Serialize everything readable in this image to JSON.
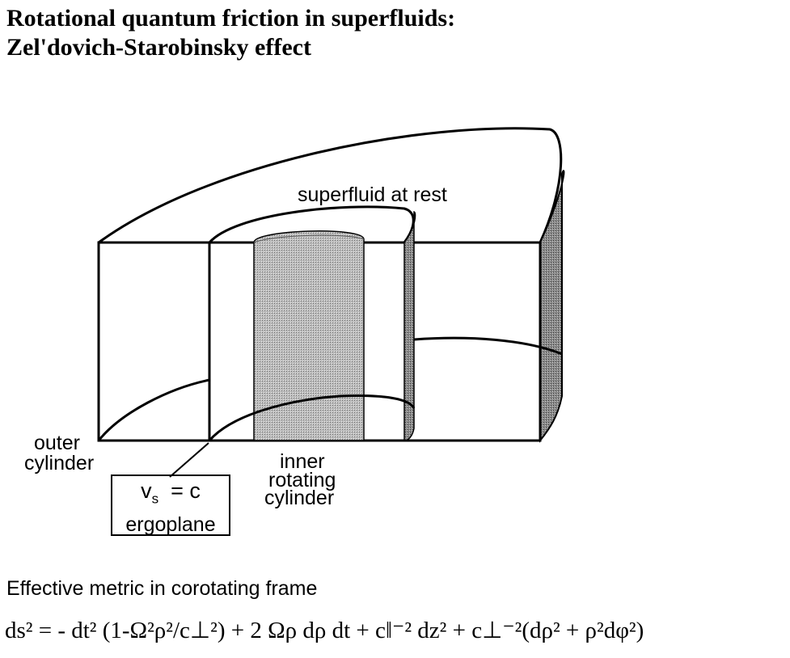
{
  "title": {
    "line1": "Rotational quantum friction in superfluids:",
    "line2": "Zel'dovich-Starobinsky effect"
  },
  "diagram": {
    "label_superfluid": "superfluid at rest",
    "label_outer_1": "outer",
    "label_outer_2": "cylinder",
    "label_inner_1": "inner",
    "label_inner_2": "rotating",
    "label_inner_3": "cylinder",
    "box_vs_symbol": "v",
    "box_vs_sub": "s",
    "box_vs_eq": "= c",
    "box_ergo": "ergoplane"
  },
  "caption": "Effective metric in corotating frame",
  "equation": {
    "lhs": "ds",
    "text": "ds² = - dt² (1-Ω²ρ²/c⊥²) + 2 Ωρ dρ dt + c‖⁻² dz² + c⊥⁻²(dρ² + ρ²dφ²)"
  }
}
